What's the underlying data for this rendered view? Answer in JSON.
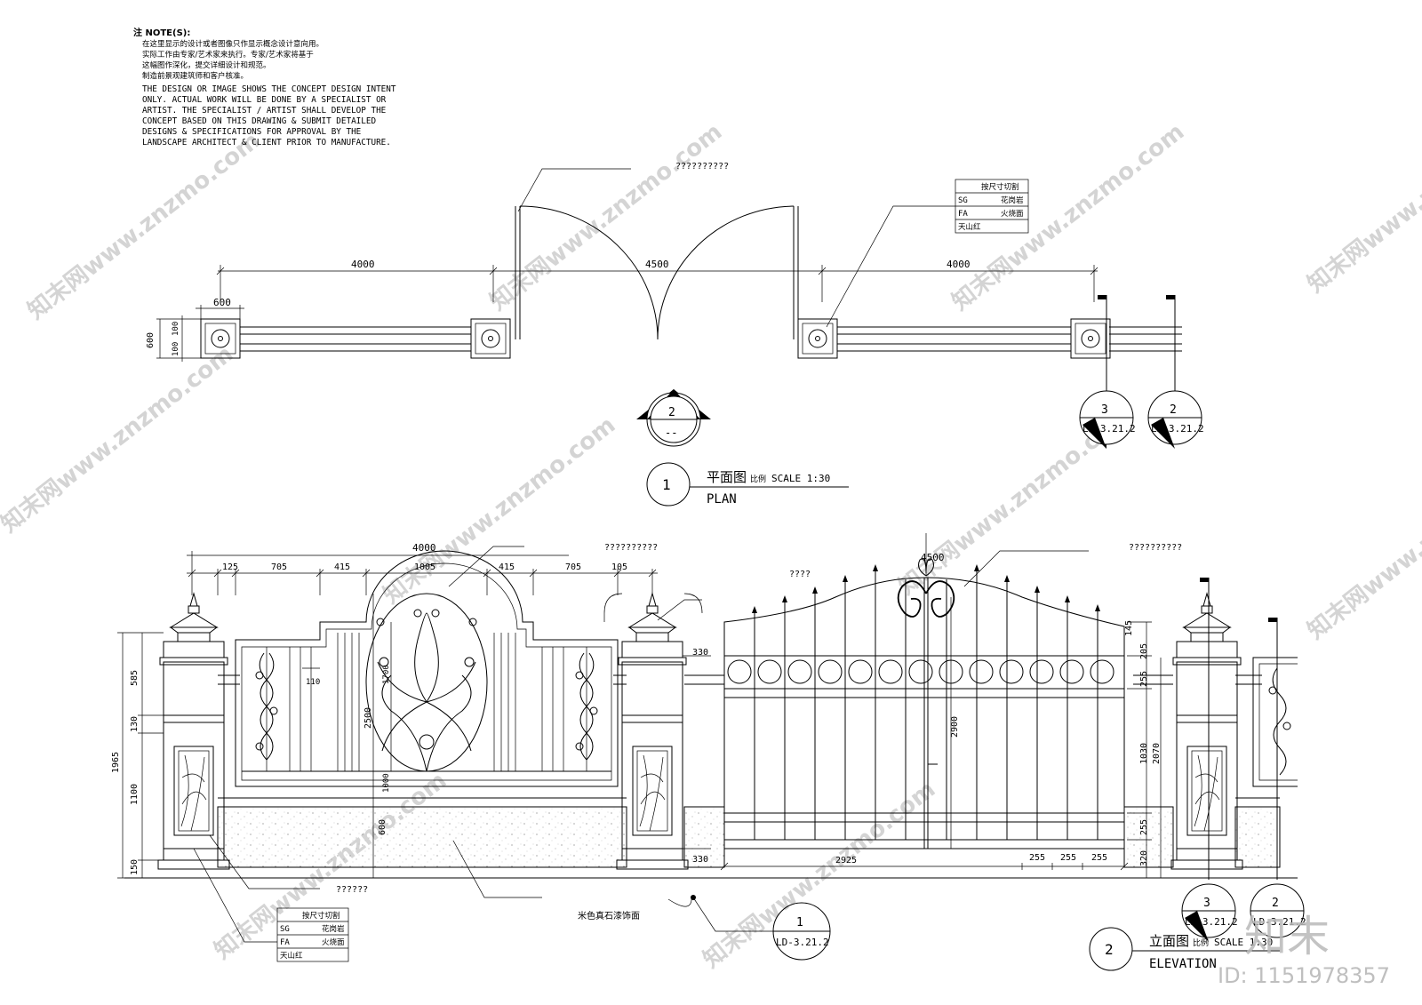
{
  "notes": {
    "header": "注  NOTE(S):",
    "cn": [
      "在这里显示的设计或者图像只作显示概念设计意向用。",
      "实际工作由专家/艺术家来执行。专家/艺术家将基于",
      "这幅图作深化，提交详细设计和规范。",
      "制造前景观建筑师和客户核准。"
    ],
    "en": [
      "THE DESIGN OR IMAGE SHOWS THE CONCEPT DESIGN INTENT",
      "ONLY.  ACTUAL WORK WILL BE DONE BY A SPECIALIST OR",
      "ARTIST.  THE SPECIALIST / ARTIST SHALL DEVELOP THE",
      "CONCEPT BASED ON THIS DRAWING & SUBMIT DETAILED",
      "DESIGNS & SPECIFICATIONS FOR APPROVAL BY THE",
      "LANDSCAPE ARCHITECT & CLIENT PRIOR TO MANUFACTURE."
    ]
  },
  "plan": {
    "callout": "??????????",
    "dims": {
      "left": "4000",
      "mid": "4500",
      "right": "4000",
      "pier": "600",
      "depth": "600",
      "small": "100"
    },
    "material": {
      "head": "按尺寸切割",
      "r1c1": "SG",
      "r1c2": "花岗岩",
      "r2c1": "FA",
      "r2c2": "火烧面",
      "r3": "天山红"
    },
    "sec2": {
      "num": "2",
      "ref": "--"
    },
    "sec3": {
      "num": "3",
      "ref": "LD-3.21.2"
    },
    "sec2b": {
      "num": "2",
      "ref": "LD-3.21.2"
    },
    "title": {
      "num": "1",
      "cn": "平面图",
      "scale_cn": "比例",
      "scale": "SCALE 1:30",
      "en": "PLAN"
    }
  },
  "elevation": {
    "dim_total_left": "4000",
    "dim_total_right": "4500",
    "dims_left": [
      "125",
      "705",
      "415",
      "1005",
      "415",
      "705",
      "105"
    ],
    "callout_left": "??????????",
    "callout_mid": "????",
    "callout_right": "??????????",
    "callout_bottom": "??????",
    "paint_label": "米色真石漆饰面",
    "v_left": [
      "585",
      "130",
      "1100",
      "150"
    ],
    "v_total": "1965",
    "inner": {
      "d110": "110",
      "d1700": "1700",
      "d2500": "2500",
      "d1000": "1000",
      "d600": "600",
      "d330a": "330",
      "d330b": "330",
      "d2900": "2900",
      "d2925": "2925",
      "d255a": "255",
      "d255b": "255",
      "d255c": "255"
    },
    "v_right": [
      "145",
      "205",
      "255",
      "1030",
      "255",
      "320"
    ],
    "v_right_total": "2070",
    "material": {
      "head": "按尺寸切割",
      "r1c1": "SG",
      "r1c2": "花岗岩",
      "r2c1": "FA",
      "r2c2": "火烧面",
      "r3": "天山红"
    },
    "sec1": {
      "num": "1",
      "ref": "LD-3.21.2"
    },
    "sec3": {
      "num": "3",
      "ref": "LD-3.21.2"
    },
    "sec2": {
      "num": "2",
      "ref": "LD-3.21.2"
    },
    "title": {
      "num": "2",
      "cn": "立面图",
      "scale_cn": "比例",
      "scale": "SCALE 1:30",
      "en": "ELEVATION"
    }
  },
  "watermark": {
    "text": "知末网www.znzmo.com",
    "logo": "知末",
    "id": "ID: 1151978357"
  }
}
